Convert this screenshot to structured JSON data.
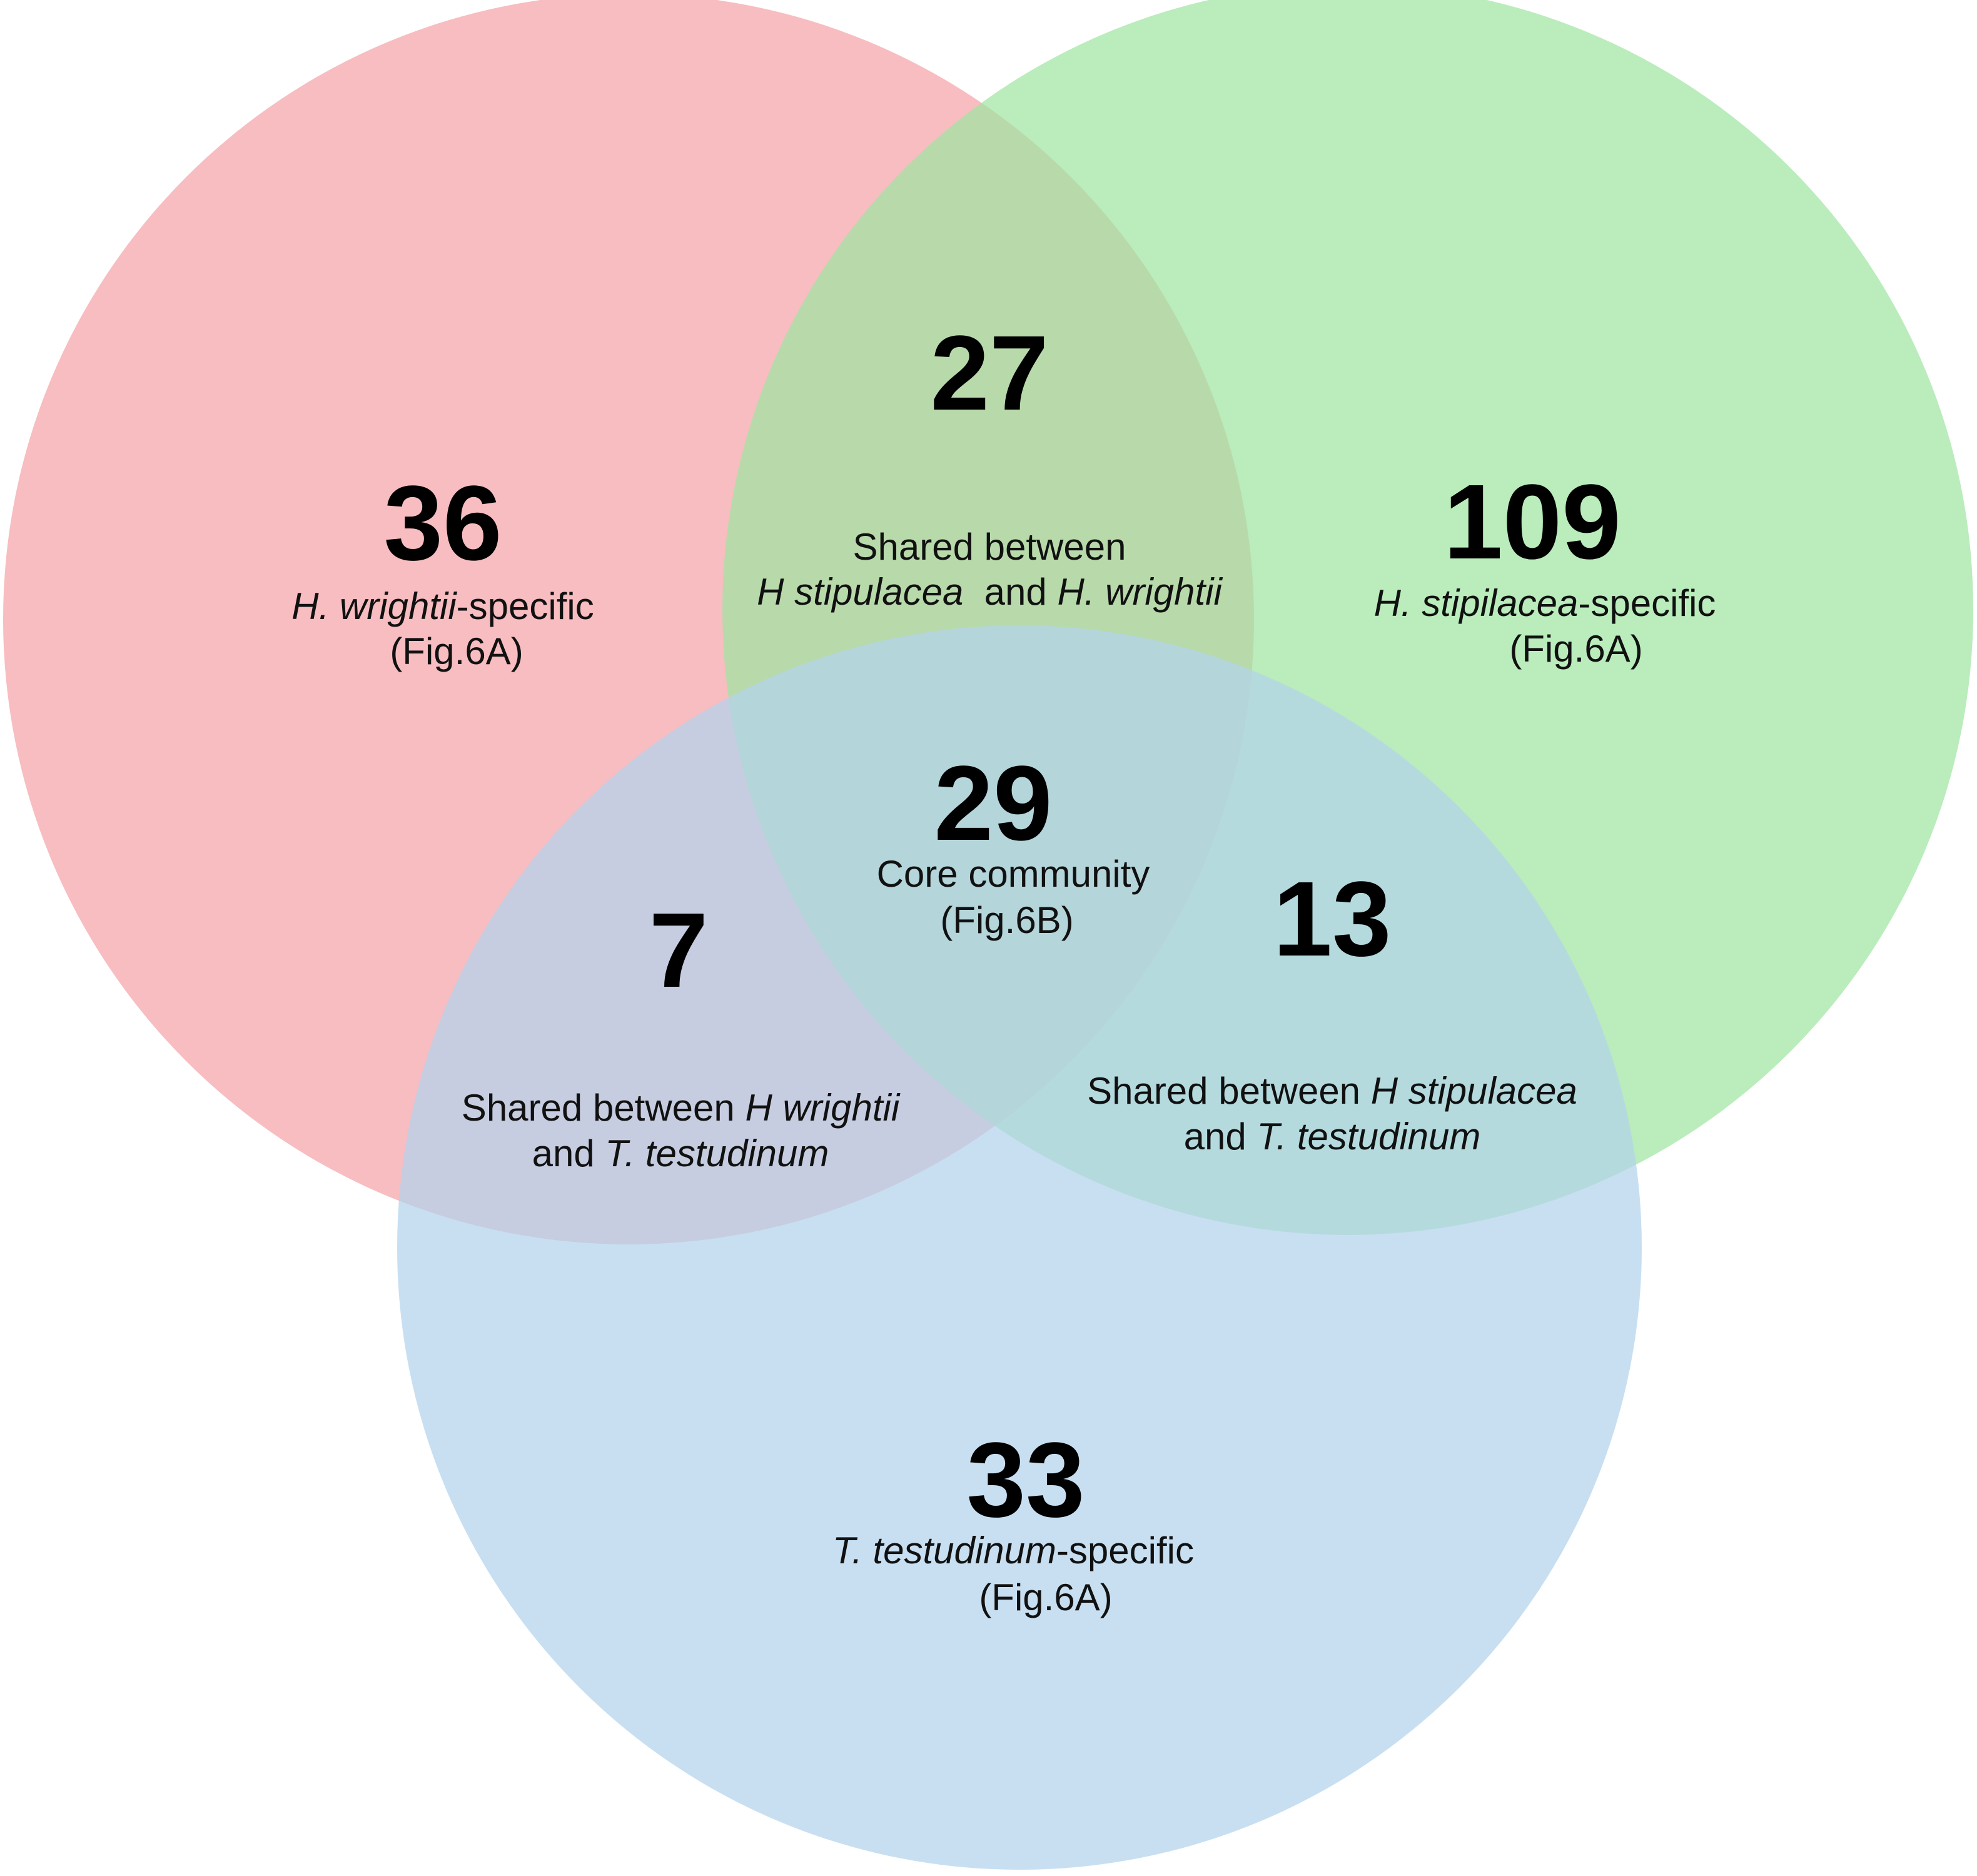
{
  "sets": [
    {
      "id": "hw",
      "color": "#f4a3a8"
    },
    {
      "id": "hs",
      "color": "#9fe5a2"
    },
    {
      "id": "tt",
      "color": "#b3d3ec"
    }
  ],
  "regions": {
    "hw_only": {
      "count": "36",
      "line1": [
        {
          "t": "H. wrightii",
          "i": true
        },
        {
          "t": "-specific",
          "i": false
        }
      ],
      "line2": [
        {
          "t": "(Fig.6A)",
          "i": false
        }
      ]
    },
    "hs_only": {
      "count": "109",
      "line1": [
        {
          "t": "H. stipilacea",
          "i": true
        },
        {
          "t": "-specific",
          "i": false
        }
      ],
      "line2": [
        {
          "t": "(Fig.6A)",
          "i": false
        }
      ]
    },
    "tt_only": {
      "count": "33",
      "line1": [
        {
          "t": "T. testudinum",
          "i": true
        },
        {
          "t": "-specific",
          "i": false
        }
      ],
      "line2": [
        {
          "t": "(Fig.6A)",
          "i": false
        }
      ]
    },
    "hw_hs": {
      "count": "27",
      "line1": [
        {
          "t": "Shared between",
          "i": false
        }
      ],
      "line2": [
        {
          "t": "H stipulacea",
          "i": true
        },
        {
          "t": "  and ",
          "i": false
        },
        {
          "t": "H. wrightii",
          "i": true
        }
      ]
    },
    "hw_tt": {
      "count": "7",
      "line1": [
        {
          "t": "Shared between ",
          "i": false
        },
        {
          "t": "H wrightii",
          "i": true
        }
      ],
      "line2": [
        {
          "t": "and ",
          "i": false
        },
        {
          "t": "T. testudinum",
          "i": true
        }
      ]
    },
    "hs_tt": {
      "count": "13",
      "line1": [
        {
          "t": "Shared between ",
          "i": false
        },
        {
          "t": "H stipulacea",
          "i": true
        }
      ],
      "line2": [
        {
          "t": "and ",
          "i": false
        },
        {
          "t": "T. testudinum",
          "i": true
        }
      ]
    },
    "core": {
      "count": "29",
      "line1": [
        {
          "t": "Core community",
          "i": false
        }
      ],
      "line2": [
        {
          "t": "(Fig.6B)",
          "i": false
        }
      ]
    }
  }
}
